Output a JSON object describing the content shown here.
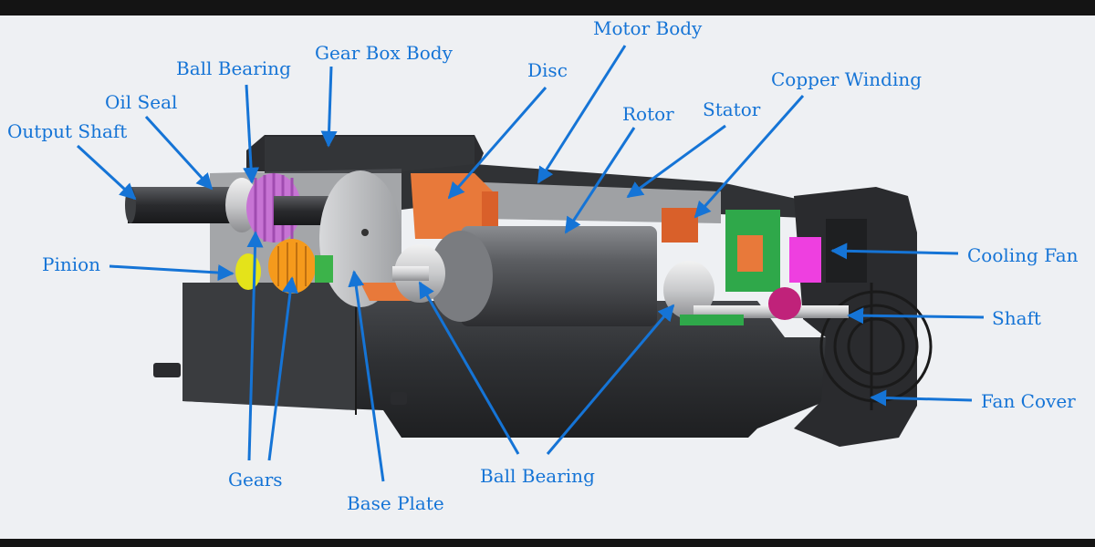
{
  "colors": {
    "label": "#1574d6",
    "arrow": "#1574d6",
    "background": "#eef0f3",
    "frame": "#141414"
  },
  "labels": {
    "output_shaft": "Output Shaft",
    "oil_seal": "Oil Seal",
    "ball_bearing_top": "Ball Bearing",
    "gear_box_body": "Gear Box Body",
    "disc": "Disc",
    "motor_body": "Motor Body",
    "rotor": "Rotor",
    "stator": "Stator",
    "copper_winding": "Copper Winding",
    "cooling_fan": "Cooling Fan",
    "shaft": "Shaft",
    "fan_cover": "Fan Cover",
    "pinion": "Pinion",
    "gears": "Gears",
    "base_plate": "Base Plate",
    "ball_bearing_bottom": "Ball Bearing"
  }
}
